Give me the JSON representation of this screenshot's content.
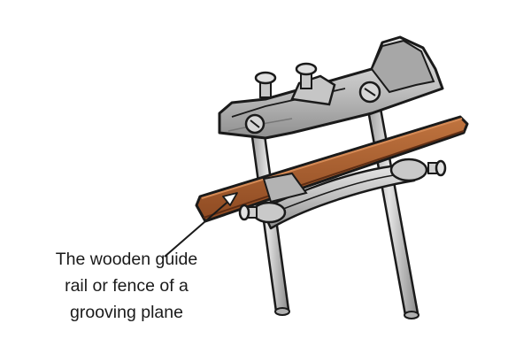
{
  "caption": {
    "line1": "The wooden guide",
    "line2": "rail or fence of a",
    "line3": "grooving plane"
  },
  "colors": {
    "background": "#ffffff",
    "metal_light": "#dcdcdc",
    "metal_mid": "#b4b4b4",
    "metal_dark": "#8c8c8c",
    "wood_light": "#b8693a",
    "wood_dark": "#7a3d1e",
    "outline": "#1a1a1a"
  },
  "icons": {
    "plane": "grooving-plane-illustration",
    "pointer": "arrow-icon"
  }
}
